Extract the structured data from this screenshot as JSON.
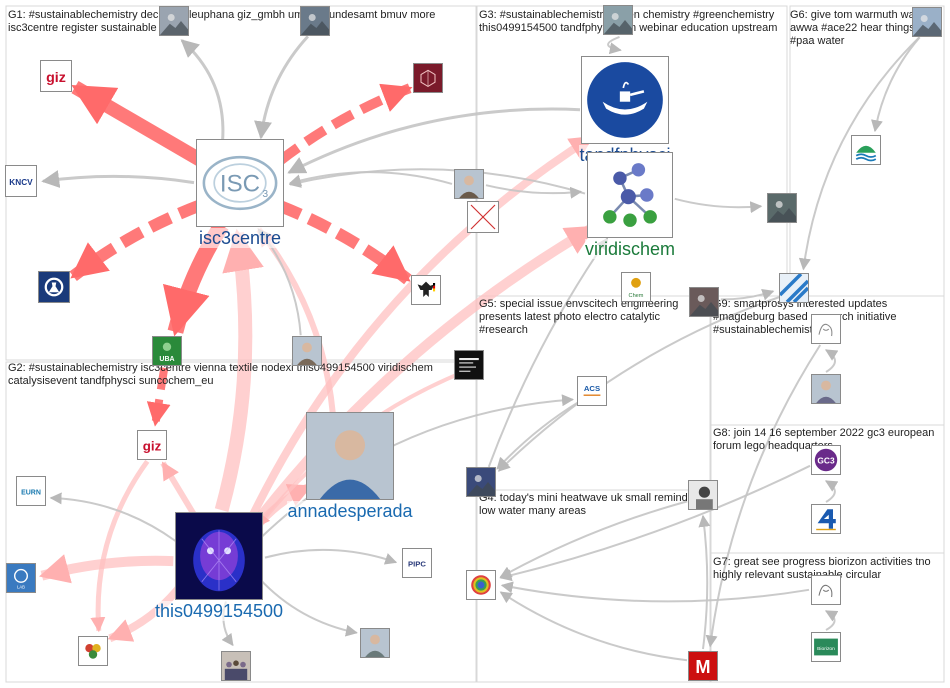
{
  "groups": [
    {
      "id": "G1",
      "label": "G1: #sustainablechemistry dechema leuphana giz_gmbh umweltbundesamt bmuv more isc3centre register sustainable"
    },
    {
      "id": "G2",
      "label": "G2: #sustainablechemistry isc3centre vienna textile nodexl this0499154500 viridischem catalysisevent tandfphysci suncochem_eu"
    },
    {
      "id": "G3",
      "label": "G3: #sustainablechemistry green chemistry #greenchemistry this0499154500 tandfphysci join webinar education upstream"
    },
    {
      "id": "G4",
      "label": "G4: today's mini heatwave uk small reminder low water many areas"
    },
    {
      "id": "G5",
      "label": "G5: special issue envscitech engineering presents latest photo electro catalytic #research"
    },
    {
      "id": "G6",
      "label": "G6: give tom warmuth wave awwa #ace22 hear things #paa water"
    },
    {
      "id": "G7",
      "label": "G7: great see progress biorizon activities tno highly relevant sustainable circular"
    },
    {
      "id": "G8",
      "label": "G8: join 14 16 september 2022 gc3 european forum lego headquarters"
    },
    {
      "id": "G9",
      "label": "G9: smartprosys interested updates #magdeburg based research initiative #sustainablechemistry"
    }
  ],
  "nodes": [
    {
      "id": "isc3centre",
      "label": "isc3centre",
      "icon": "isc3-logo",
      "color": "#1a5a9a"
    },
    {
      "id": "giz-g1",
      "label": "",
      "icon": "giz-logo",
      "color": "#c8102e"
    },
    {
      "id": "dechema",
      "label": "",
      "icon": "dechema-logo",
      "color": "#7a1a2a"
    },
    {
      "id": "knvc",
      "label": "",
      "icon": "kncv-logo",
      "color": "#1a3a8a"
    },
    {
      "id": "leuphana",
      "label": "",
      "icon": "flask-logo",
      "color": "#1a3a7a"
    },
    {
      "id": "bmuv",
      "label": "",
      "icon": "eagle-logo",
      "color": "#222222"
    },
    {
      "id": "uba",
      "label": "",
      "icon": "uba-logo",
      "color": "#2a8a3a"
    },
    {
      "id": "g1-photo-top",
      "label": "",
      "icon": "photo",
      "color": "#9aa4b0"
    },
    {
      "id": "g1-photo-top2",
      "label": "",
      "icon": "photo",
      "color": "#6a7a8a"
    },
    {
      "id": "g1-person",
      "label": "",
      "icon": "person-photo",
      "color": "#7a6a5a"
    },
    {
      "id": "tandfphysci",
      "label": "tandfphysci",
      "icon": "tandf-logo",
      "color": "#1a4aa0"
    },
    {
      "id": "viridischem",
      "label": "viridischem",
      "icon": "molecule-logo",
      "color": "#1a7a3a"
    },
    {
      "id": "suncochem",
      "label": "",
      "icon": "sun-logo",
      "color": "#e0a010"
    },
    {
      "id": "g3-person",
      "label": "",
      "icon": "person-photo",
      "color": "#6a5a4a"
    },
    {
      "id": "g3-broken",
      "label": "",
      "icon": "broken-image",
      "color": "#d03030"
    },
    {
      "id": "g3-top",
      "label": "",
      "icon": "photo",
      "color": "#8aa0a8"
    },
    {
      "id": "g3-right-photo",
      "label": "",
      "icon": "photo",
      "color": "#5a6a6a"
    },
    {
      "id": "annadesperada",
      "label": "annadesperada",
      "icon": "person-photo",
      "color": "#3a6aa8"
    },
    {
      "id": "this0499154500",
      "label": "this0499154500",
      "icon": "glow-face",
      "color": "#2a30c8"
    },
    {
      "id": "giz-g2",
      "label": "",
      "icon": "giz-logo",
      "color": "#c8102e"
    },
    {
      "id": "eurn",
      "label": "",
      "icon": "eurn-logo",
      "color": "#1a7ab0"
    },
    {
      "id": "circle-lab",
      "label": "",
      "icon": "circle-lab-logo",
      "color": "#3a7ac0"
    },
    {
      "id": "catalysis",
      "label": "",
      "icon": "dots-logo",
      "color": "#3a8a3a"
    },
    {
      "id": "g2-group",
      "label": "",
      "icon": "group-photo",
      "color": "#7a6a8a"
    },
    {
      "id": "g2-person2",
      "label": "",
      "icon": "person-photo",
      "color": "#6a7a7a"
    },
    {
      "id": "pipc",
      "label": "",
      "icon": "pipc-logo",
      "color": "#2a3a7a"
    },
    {
      "id": "vienna",
      "label": "",
      "icon": "vienna-logo",
      "color": "#111111"
    },
    {
      "id": "acs",
      "label": "",
      "icon": "acs-logo",
      "color": "#1a5aa8"
    },
    {
      "id": "g5-photo",
      "label": "",
      "icon": "photo",
      "color": "#3a4a7a"
    },
    {
      "id": "g4-bw",
      "label": "",
      "icon": "bw-photo",
      "color": "#444444"
    },
    {
      "id": "g4-rainbow",
      "label": "",
      "icon": "rainbow-logo",
      "color": "#3aa050"
    },
    {
      "id": "g4-m",
      "label": "",
      "icon": "m-logo",
      "color": "#cc1010"
    },
    {
      "id": "g6-top",
      "label": "",
      "icon": "photo",
      "color": "#9ab0c8"
    },
    {
      "id": "g6-water",
      "label": "",
      "icon": "water-logo",
      "color": "#1a7ab8"
    },
    {
      "id": "g6-stripes",
      "label": "",
      "icon": "stripes-logo",
      "color": "#2a7ac8"
    },
    {
      "id": "g9-photo",
      "label": "",
      "icon": "photo",
      "color": "#6a5a5a"
    },
    {
      "id": "g9-sketch",
      "label": "",
      "icon": "sketch-logo",
      "color": "#8a8a8a"
    },
    {
      "id": "g9-person",
      "label": "",
      "icon": "person-photo",
      "color": "#6a6a8a"
    },
    {
      "id": "gc3",
      "label": "",
      "icon": "gc3-logo",
      "color": "#6a2a8a"
    },
    {
      "id": "g8-four",
      "label": "",
      "icon": "four-logo",
      "color": "#1a5ab0"
    },
    {
      "id": "g7-sketch",
      "label": "",
      "icon": "sketch-logo",
      "color": "#777777"
    },
    {
      "id": "biorizon",
      "label": "",
      "icon": "biorizon-logo",
      "color": "#2a8a5a"
    }
  ],
  "colors": {
    "edge_strong": "#ff6a6a",
    "edge_light": "#ffc0c0",
    "edge_gray": "#c4c4c4",
    "grid": "#d8d8d8"
  }
}
